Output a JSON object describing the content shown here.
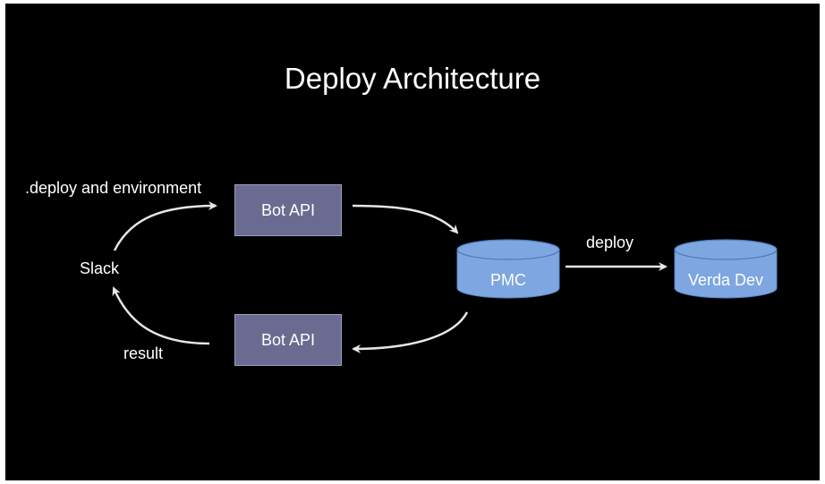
{
  "title": "Deploy Architecture",
  "nodes": {
    "slack": "Slack",
    "bot_api_top": "Bot API",
    "bot_api_bottom": "Bot API",
    "pmc": "PMC",
    "verda_dev": "Verda Dev"
  },
  "edge_labels": {
    "deploy_and_environment": ".deploy and environment",
    "result": "result",
    "deploy": "deploy"
  },
  "colors": {
    "background": "#000000",
    "box_fill": "#6b6b91",
    "database_fill": "#7ea6e0",
    "arrow": "#e6e6e6"
  }
}
